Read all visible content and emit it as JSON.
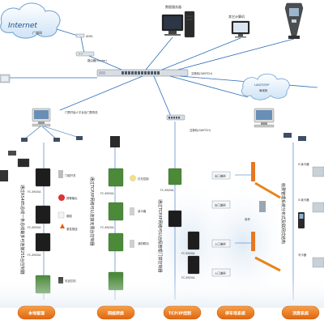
{
  "internet": {
    "label": "Internet",
    "sublabel": "广域网"
  },
  "router": {
    "adsl_label": "ADSL",
    "label": "路由器(Router)"
  },
  "main_switch": {
    "label": "交换机(SWITCH)"
  },
  "servers": [
    {
      "label": "数据服务器"
    },
    {
      "label": "其它计算机"
    }
  ],
  "lan_cloud": {
    "label": "LAN/TCP/IP",
    "sublabel": "局域网"
  },
  "left_pc": {
    "label": "门禁开始人平台及门禁的机"
  },
  "switch2": {
    "label": "交换机(SWITCH)"
  },
  "module_labels": {
    "m1": "FC-8920A",
    "m2": "FC-8920A",
    "m3": "FC-8920A",
    "m4": "FC-8920A",
    "m5": "FC-8920A",
    "m6": "FC-8920A",
    "m7": "FC-8920A",
    "m8": "FC-8920A"
  },
  "device_labels": {
    "door_magnet": "门磁开关",
    "alarm_output": "报警输出",
    "smoke": "烟感",
    "emergency": "紧急按钮",
    "lamp": "灯光控制",
    "reader": "读卡器",
    "fire": "消防联动",
    "door_lock": "电锁控制"
  },
  "gate_labels": {
    "g1": "出口道闸",
    "g2": "出口道闸",
    "g3": "入口道闸",
    "g4": "入口道闸",
    "g5": "岗亭"
  },
  "right_labels": {
    "r1": "IC读卡器",
    "r2": "IC读卡器",
    "r3": "写卡器"
  },
  "vertical_texts": {
    "v1": "通过RS485总线一条总线最多可连接255台控制器",
    "v2": "通过TCP/IP网络可以连接无限台控制器",
    "v3": "通过TCP/IP网络可以远程管理门禁控制器",
    "v4": "收费管理系统分布式及联网式结构"
  },
  "buttons": [
    {
      "label": "本地管理",
      "color": "#f07a1a"
    },
    {
      "label": "网络转换",
      "color": "#f07a1a"
    },
    {
      "label": "TCP/IP控制",
      "color": "#f07a1a"
    },
    {
      "label": "停车场系统",
      "color": "#f07a1a"
    },
    {
      "label": "消费系统",
      "color": "#f07a1a"
    }
  ]
}
